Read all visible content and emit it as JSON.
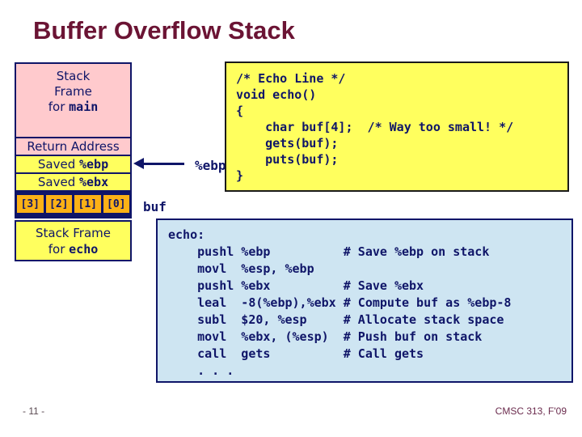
{
  "slide": {
    "title": "Buffer Overflow Stack",
    "page_number": "- 11 -",
    "course_footer": "CMSC 313, F'09"
  },
  "colors": {
    "title_maroon": "#6B1434",
    "navy_text": "#0F1568",
    "pink_box": "#FFCACD",
    "yellow_box": "#FFFF5E",
    "orange_cell": "#FCB116",
    "blue_code_bg": "#CEE5F2",
    "footer_text": "#6B2C4E",
    "page_number_color": "#5A4A52"
  },
  "stack_diagram": {
    "main_frame": {
      "line1": "Stack",
      "line2": "Frame",
      "line3_prefix": "for ",
      "line3_code": "main"
    },
    "return_address_label": "Return Address",
    "saved_ebp": {
      "prefix": "Saved ",
      "register": "%ebp"
    },
    "saved_ebx": {
      "prefix": "Saved ",
      "register": "%ebx"
    },
    "buf_cells": [
      "[3]",
      "[2]",
      "[1]",
      "[0]"
    ],
    "buf_label": "buf",
    "ebp_pointer_label": "%ebp",
    "echo_frame": {
      "line1": "Stack Frame",
      "line2_prefix": "for ",
      "line2_code": "echo"
    }
  },
  "c_code": {
    "lines": [
      "/* Echo Line */",
      "void echo()",
      "{",
      "    char buf[4];  /* Way too small! */",
      "    gets(buf);",
      "    puts(buf);",
      "}"
    ]
  },
  "asm_code": {
    "lines": [
      "echo:",
      "    pushl %ebp          # Save %ebp on stack",
      "    movl  %esp, %ebp",
      "    pushl %ebx          # Save %ebx",
      "    leal  -8(%ebp),%ebx # Compute buf as %ebp-8",
      "    subl  $20, %esp     # Allocate stack space",
      "    movl  %ebx, (%esp)  # Push buf on stack",
      "    call  gets          # Call gets",
      "    . . ."
    ]
  }
}
